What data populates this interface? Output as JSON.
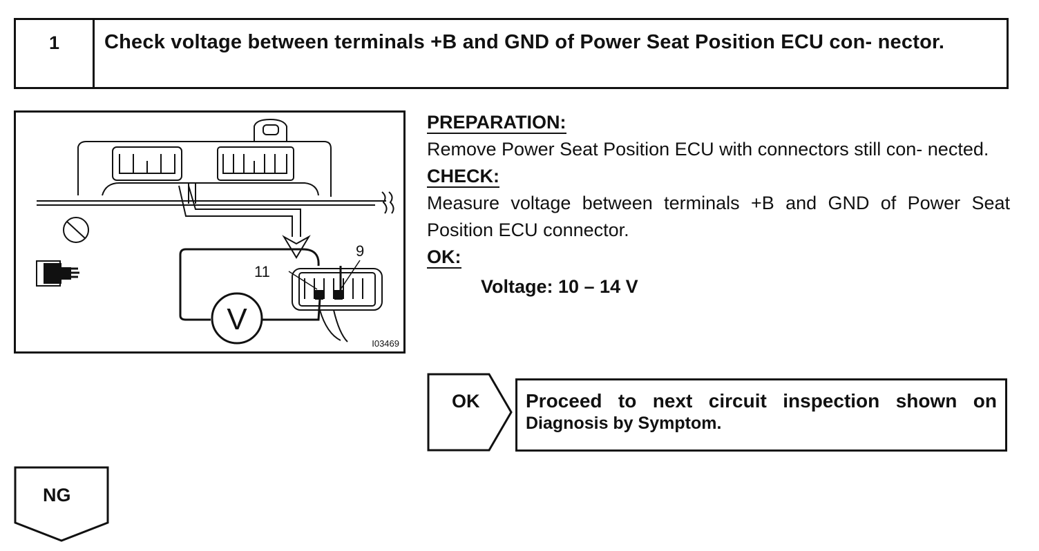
{
  "step": {
    "number": "1",
    "title": "Check voltage between terminals +B and GND of Power Seat Position ECU con- nector."
  },
  "figure": {
    "label_11": "11",
    "label_9": "9",
    "meter_symbol": "V",
    "figure_id": "I03469",
    "icons": [
      "ignition-off-icon",
      "ecu-connector-icon"
    ]
  },
  "instructions": {
    "preparation_heading": "PREPARATION:",
    "preparation_text": "Remove Power Seat Position ECU with connectors still con- nected.",
    "check_heading": "CHECK:",
    "check_text": "Measure voltage between terminals +B and GND of Power Seat Position ECU connector.",
    "ok_heading": "OK:",
    "ok_spec": "Voltage: 10 – 14 V"
  },
  "ok_branch": {
    "label": "OK",
    "line1": "Proceed to next circuit inspection shown on",
    "line2": "Diagnosis by Symptom."
  },
  "ng_branch": {
    "label": "NG"
  }
}
